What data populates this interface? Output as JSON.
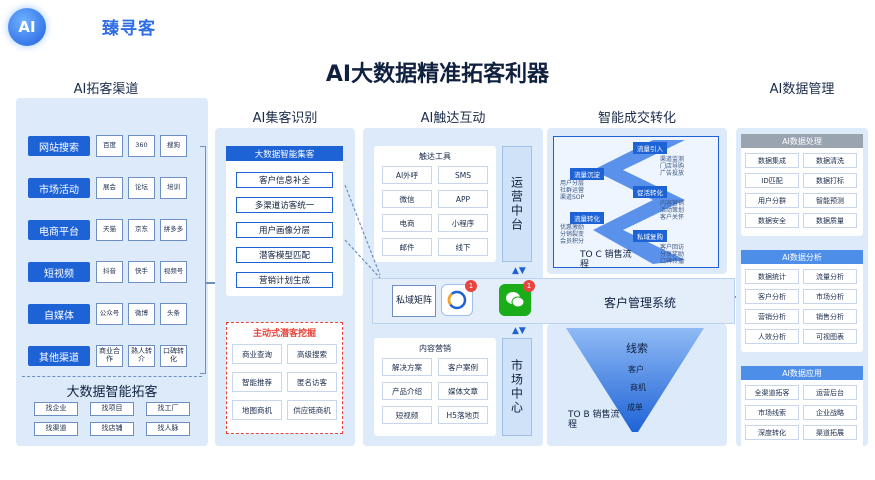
{
  "brand": {
    "logo_text": "AI",
    "name": "臻寻客"
  },
  "title": "AI大数据精准拓客利器",
  "sections": {
    "channels": "AI拓客渠道",
    "identify": "AI集客识别",
    "reach": "AI触达互动",
    "convert": "智能成交转化",
    "data_mgmt": "AI数据管理"
  },
  "channels": [
    {
      "label": "网站搜索",
      "tags": [
        "百度",
        "360",
        "搜狗"
      ]
    },
    {
      "label": "市场活动",
      "tags": [
        "展会",
        "论坛",
        "培训"
      ]
    },
    {
      "label": "电商平台",
      "tags": [
        "天猫",
        "京东",
        "拼多多"
      ]
    },
    {
      "label": "短视频",
      "tags": [
        "抖音",
        "快手",
        "视频号"
      ]
    },
    {
      "label": "自媒体",
      "tags": [
        "公众号",
        "微博",
        "头条"
      ]
    },
    {
      "label": "其他渠道",
      "tags": [
        "商业合作",
        "熟人转介",
        "口碑转化"
      ]
    }
  ],
  "smart": {
    "title": "大数据智能拓客",
    "tags": [
      "找企业",
      "找项目",
      "找工厂",
      "找渠道",
      "找店铺",
      "找人脉"
    ]
  },
  "identify": {
    "header": "大数据智能集客",
    "steps": [
      "客户信息补全",
      "多渠道访客统一",
      "用户画像分层",
      "潜客模型匹配",
      "营销计划生成"
    ],
    "mining_title": "主动式潜客挖掘",
    "mining_tags": [
      "商业查询",
      "高级搜索",
      "智能推荐",
      "匿名访客",
      "地图商机",
      "供应链商机"
    ]
  },
  "reach": {
    "tools_title": "触达工具",
    "tools": [
      "AI外呼",
      "SMS",
      "微信",
      "APP",
      "电商",
      "小程序",
      "邮件",
      "线下"
    ],
    "ops_center": "运营中台",
    "private_domain": "私域矩阵",
    "content_title": "内容营销",
    "content": [
      "解决方案",
      "客户案例",
      "产品介绍",
      "媒体文章",
      "短视频",
      "H5落地页"
    ],
    "market_center": "市场中心",
    "badge1": "1",
    "badge2": "1"
  },
  "convert": {
    "toc_steps": [
      "流量引入",
      "流量沉淀",
      "促活转化",
      "流量转化",
      "私域复购"
    ],
    "toc_notes": [
      "渠道监测",
      "门店导购",
      "广告投放",
      "用户分层",
      "社群运营",
      "渠道SOP",
      "内容营销",
      "活动策划",
      "客户关怀",
      "优惠激励",
      "分销裂变",
      "会员积分",
      "客户回访",
      "分享奖励",
      "口碑传播"
    ],
    "toc_label": "TO C 销售流程",
    "crm": "客户管理系统",
    "funnel": [
      "线索",
      "客户",
      "商机",
      "成单"
    ],
    "tob_label": "TO B 销售流程"
  },
  "data_mgmt": {
    "groups": [
      {
        "title": "AI数据处理",
        "items": [
          "数据集成",
          "数据清洗",
          "ID匹配",
          "数据打标",
          "用户分群",
          "智能预测",
          "数据安全",
          "数据质量"
        ]
      },
      {
        "title": "AI数据分析",
        "items": [
          "数据统计",
          "流量分析",
          "客户分析",
          "市场分析",
          "营销分析",
          "销售分析",
          "人效分析",
          "可视图表"
        ]
      },
      {
        "title": "AI数据应用",
        "items": [
          "全渠道拓客",
          "运营后台",
          "市场线索",
          "企业战略",
          "深度转化",
          "渠道拓展"
        ]
      }
    ]
  },
  "colors": {
    "accent": "#1e63d6",
    "panel": "#dceaf9",
    "badge": "#e8433c",
    "wechat": "#1aad19"
  }
}
